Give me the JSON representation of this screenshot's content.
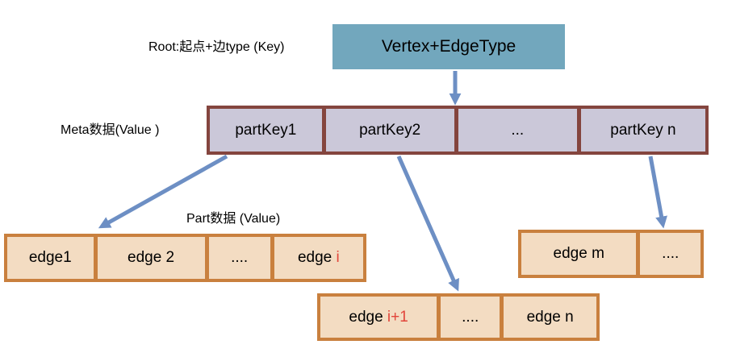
{
  "colors": {
    "root_fill": "#72A7BD",
    "meta_fill": "#CBC8D9",
    "meta_border": "#84453E",
    "edge_fill": "#F3DCC2",
    "edge_border": "#C9803E",
    "arrow": "#6D8FC4",
    "highlight": "#E2453A",
    "text": "#000000"
  },
  "labels": {
    "root_key": "Root:起点+边type (Key)",
    "meta_value": "Meta数据(Value )",
    "part_value": "Part数据 (Value)"
  },
  "root_node": {
    "label": "Vertex+EdgeType"
  },
  "rows": {
    "meta": {
      "cells": [
        {
          "text": "partKey1"
        },
        {
          "text": "partKey2"
        },
        {
          "text": "..."
        },
        {
          "text": "partKey n"
        }
      ]
    },
    "part1": {
      "cells": [
        {
          "text": "edge1"
        },
        {
          "text": "edge 2"
        },
        {
          "text": "...."
        },
        {
          "text": "edge ",
          "highlight": "i"
        }
      ]
    },
    "part2": {
      "cells": [
        {
          "text": "edge ",
          "highlight": "i+1"
        },
        {
          "text": "...."
        },
        {
          "text": "edge n"
        }
      ]
    },
    "partn": {
      "cells": [
        {
          "text": "edge m"
        },
        {
          "text": "...."
        }
      ]
    }
  }
}
